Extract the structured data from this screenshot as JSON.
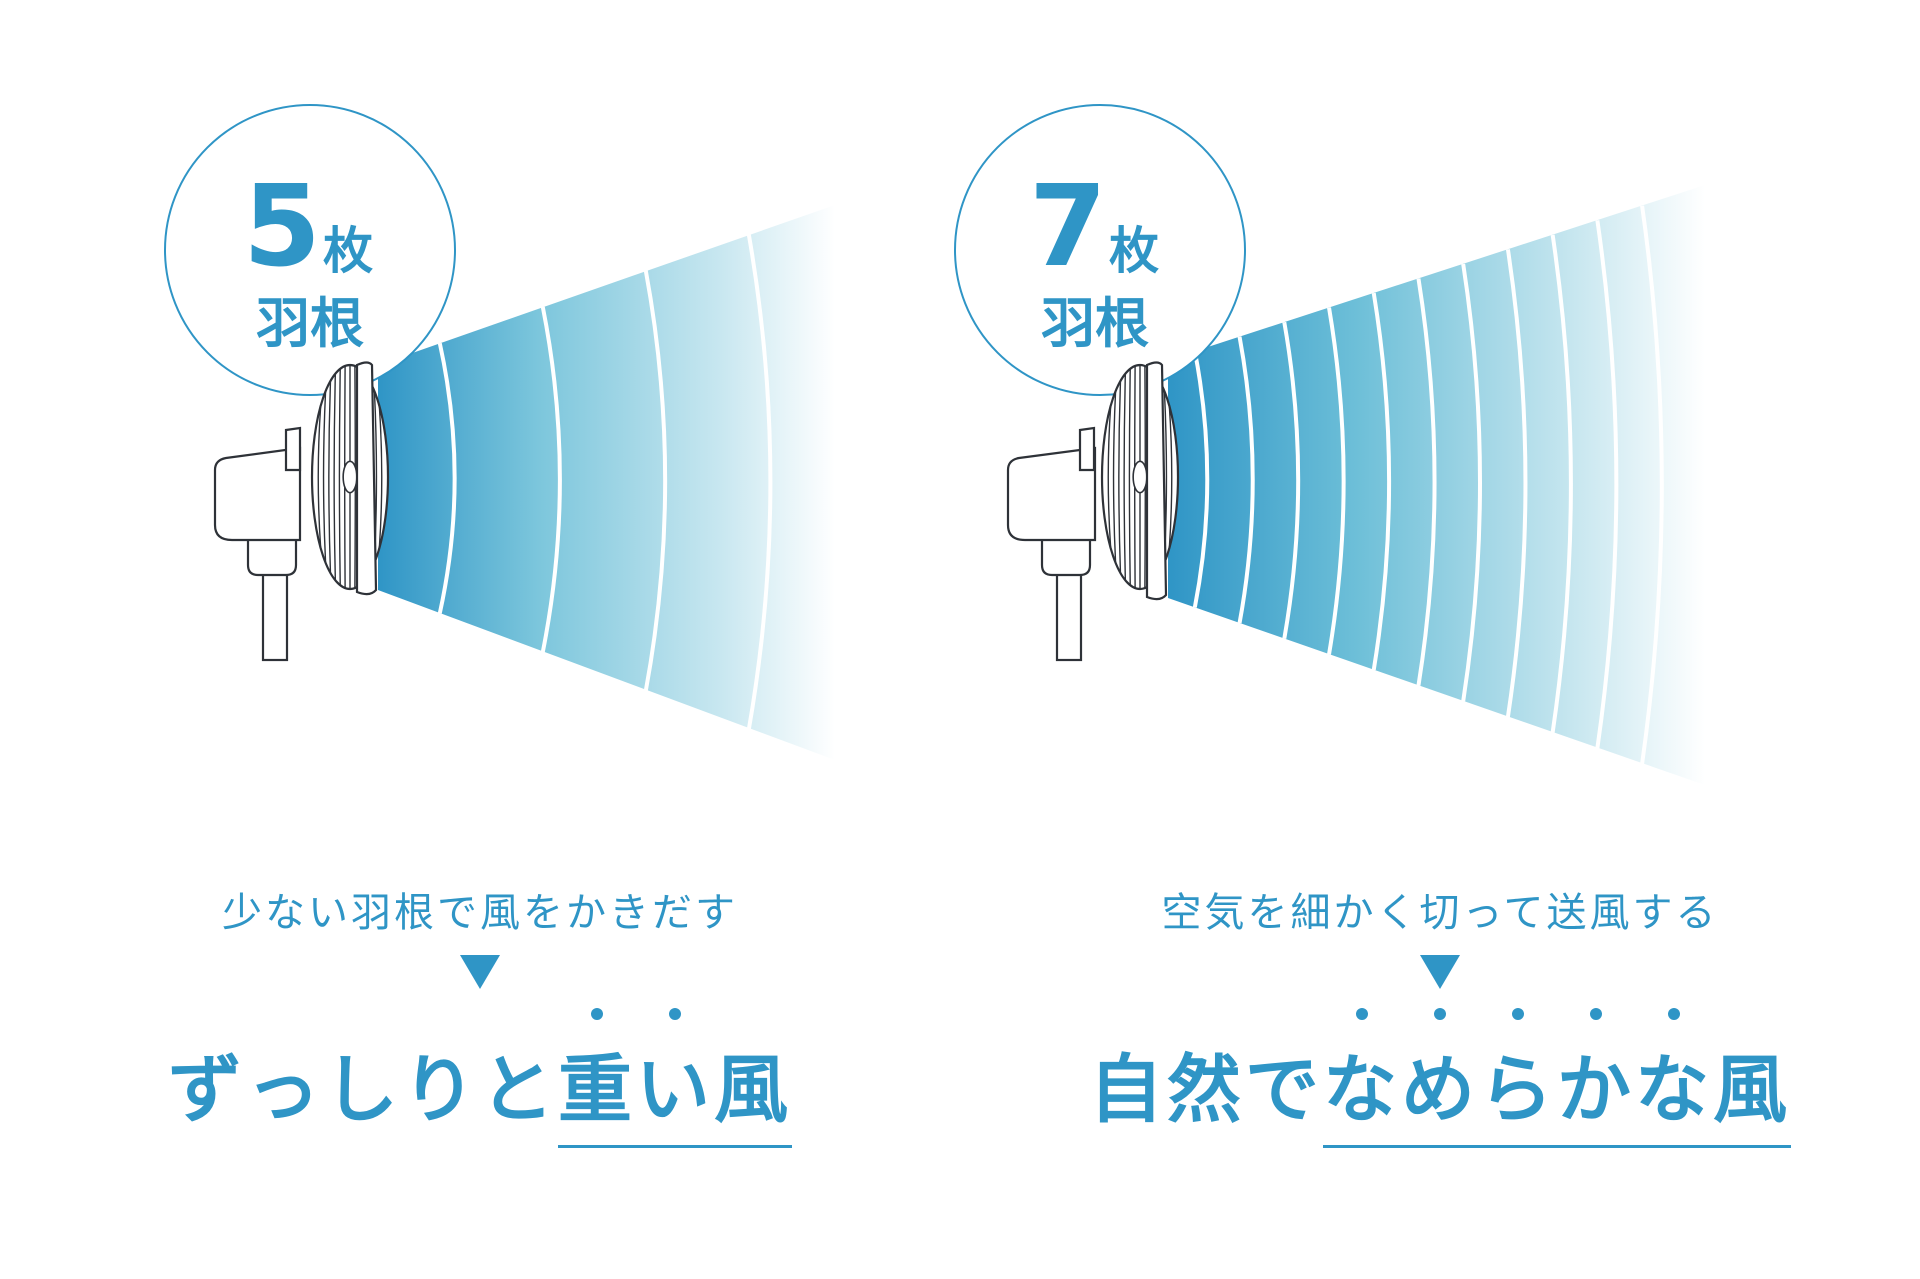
{
  "colors": {
    "accent": "#2f95c6",
    "wind_deep": "#2f95c6",
    "wind_light": "#e8f5f9",
    "line": "#2e3238"
  },
  "left": {
    "blade_count": "5",
    "blade_unit": "枚",
    "blade_label": "羽根",
    "wind_rings": 4,
    "description": "少ない羽根で風をかきだす",
    "headline_plain": "ずっしりと",
    "headline_emph": "重い",
    "headline_tail": "風"
  },
  "right": {
    "blade_count": "7",
    "blade_unit": "枚",
    "blade_label": "羽根",
    "wind_rings": 11,
    "description": "空気を細かく切って送風する",
    "headline_plain": "自然で",
    "headline_emph": "なめらかな",
    "headline_tail": "風"
  }
}
